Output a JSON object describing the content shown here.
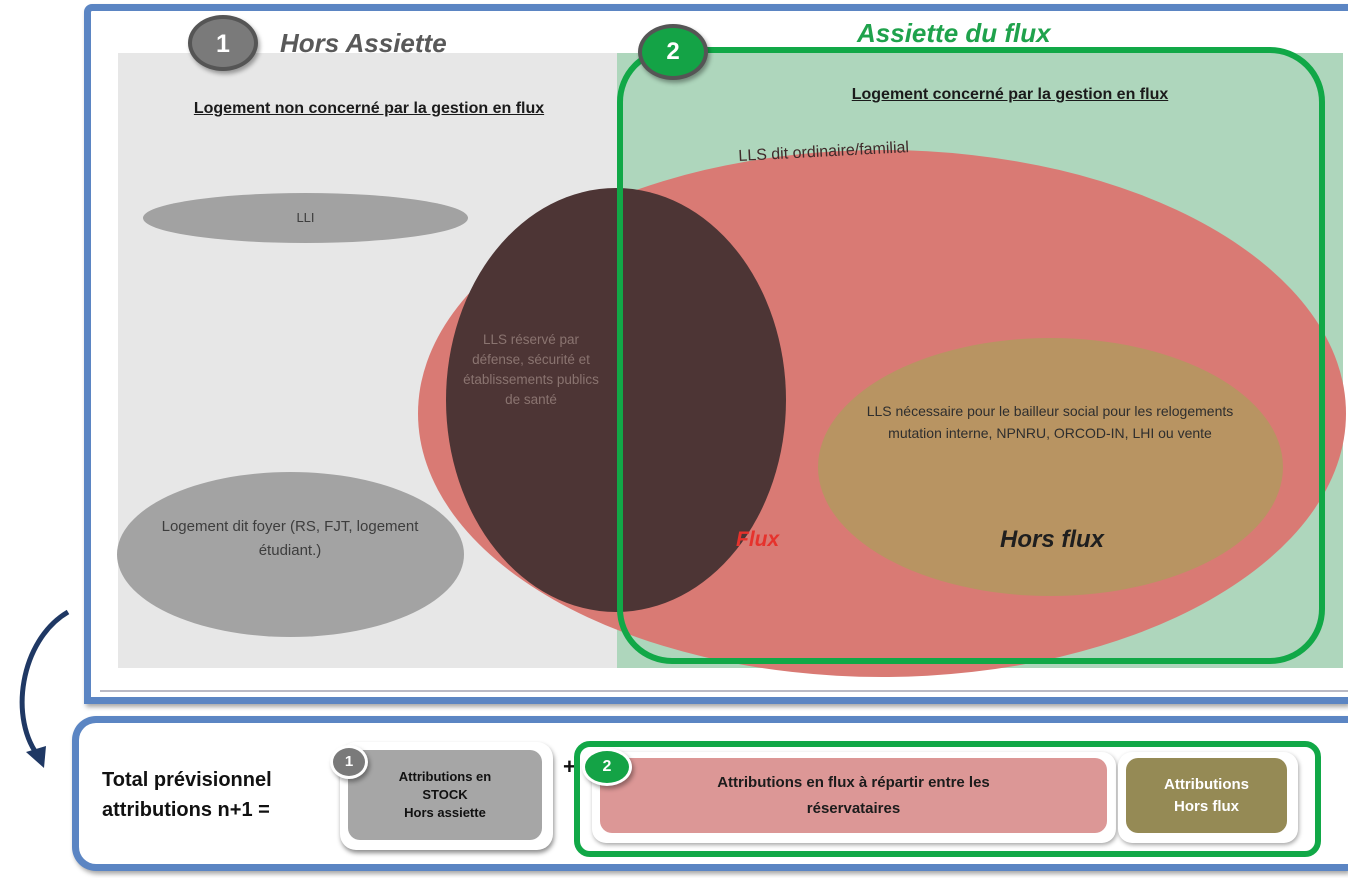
{
  "top": {
    "left_section": {
      "number": "1",
      "title": "Hors Assiette",
      "heading": "Logement non concerné par la gestion en flux",
      "lli_label": "LLI",
      "foyer_label": "Logement dit foyer (RS, FJT, logement étudiant.)",
      "reserved_label": "LLS réservé par défense, sécurité et établissements publics de santé"
    },
    "right_section": {
      "number": "2",
      "title": "Assiette du flux",
      "heading": "Logement concerné par la gestion en flux",
      "ordinaire_label": "LLS dit ordinaire/familial",
      "necessaire_label": "LLS nécessaire pour le bailleur social pour les relogements mutation interne, NPNRU, ORCOD-IN, LHI ou vente",
      "flux_label": "Flux",
      "hors_flux_label": "Hors flux"
    },
    "colors": {
      "frame_blue": "#5b85c3",
      "green": "#11a847",
      "red_ellipse": "#d97a74",
      "dark_ellipse": "#4d3535",
      "tan_ellipse": "#b89462",
      "grey_ellipse": "#a3a3a3"
    }
  },
  "bottom": {
    "total_label": "Total prévisionnel attributions n+1 =",
    "stock": {
      "number": "1",
      "line1": "Attributions en",
      "line2": "STOCK",
      "line3": "Hors assiette"
    },
    "plus": "+",
    "flux": {
      "number": "2",
      "label": "Attributions en flux à répartir entre les réservataires"
    },
    "hors_flux": {
      "line1": "Attributions",
      "line2": "Hors flux"
    }
  }
}
